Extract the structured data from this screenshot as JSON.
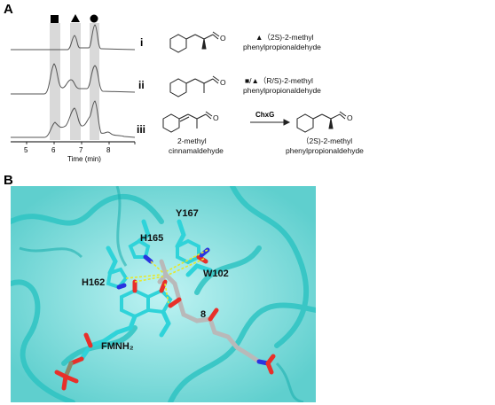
{
  "panels": {
    "a_label": "A",
    "b_label": "B"
  },
  "chromatogram": {
    "marker_legend": [
      "square",
      "triangle",
      "circle"
    ],
    "trace_labels": [
      "i",
      "ii",
      "iii"
    ],
    "x_ticks": [
      "5",
      "6",
      "7",
      "8"
    ],
    "xlabel": "Time (min)"
  },
  "structures": {
    "row_i_caption_1": "▲（2S)-2-methyl",
    "row_i_caption_2": "phenylpropionaldehyde",
    "row_ii_caption_1": "■/▲（R/S)-2-methyl",
    "row_ii_caption_2": "phenylpropionaldehyde",
    "substrate_caption_1": "2-methyl",
    "substrate_caption_2": "cinnamaldehyde",
    "enzyme_label": "ChxG",
    "product_caption_1": "（2S)-2-methyl",
    "product_caption_2": "phenylpropionaldehyde"
  },
  "protein": {
    "residues": {
      "y167": "Y167",
      "h165": "H165",
      "w102": "W102",
      "h162": "H162",
      "ligand": "8",
      "cofactor": "FMNH₂"
    },
    "colors": {
      "ribbon": "#36d0cf",
      "carbon": "#2fd3d9",
      "ligand_carbon": "#b9b9b9",
      "oxygen": "#e8302a",
      "nitrogen": "#2a33e0",
      "hbond": "#e8e82a"
    }
  }
}
